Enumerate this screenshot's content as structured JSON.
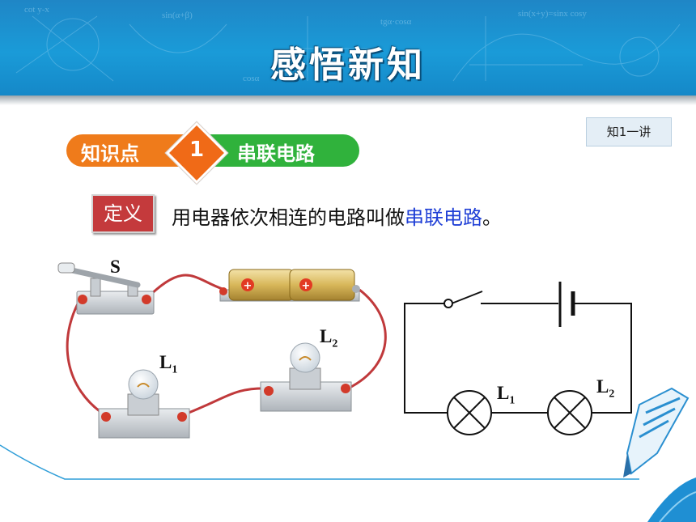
{
  "header": {
    "title": "感悟新知"
  },
  "knowledge_point": {
    "label": "知识点",
    "number": "1",
    "title": "串联电路"
  },
  "lecture_tag": "知1一讲",
  "definition": {
    "badge": "定义",
    "text": "用电器依次相连的电路叫做",
    "term": "串联电路",
    "end": "。"
  },
  "physical_circuit": {
    "switch_label": "S",
    "bulb1_label": "L",
    "bulb1_sub": "1",
    "bulb2_label": "L",
    "bulb2_sub": "2"
  },
  "schematic": {
    "lamp1_label": "L",
    "lamp1_sub": "1",
    "lamp2_label": "L",
    "lamp2_sub": "2"
  },
  "colors": {
    "header_blue": "#1a9bd8",
    "kp_orange": "#ef7b1b",
    "kp_green": "#30b23c",
    "badge_red": "#c43a3c",
    "term_blue": "#1f3fd6",
    "wire_red": "#c0393b"
  }
}
